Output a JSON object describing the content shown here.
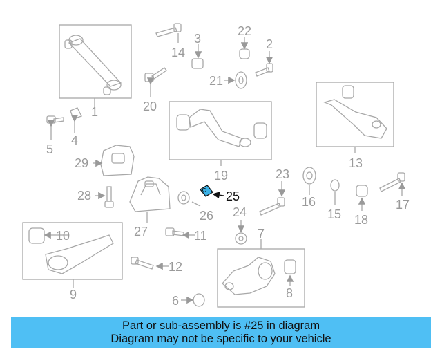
{
  "labels": {
    "l1": "1",
    "l2": "2",
    "l3": "3",
    "l4": "4",
    "l5": "5",
    "l6": "6",
    "l7": "7",
    "l8": "8",
    "l9": "9",
    "l10": "10",
    "l11": "11",
    "l12": "12",
    "l13": "13",
    "l14": "14",
    "l15": "15",
    "l16": "16",
    "l17": "17",
    "l18": "18",
    "l19": "19",
    "l20": "20",
    "l21": "21",
    "l22": "22",
    "l23": "23",
    "l24": "24",
    "l25": "25",
    "l26": "26",
    "l27": "27",
    "l28": "28",
    "l29": "29"
  },
  "highlight_color": "#3bb1e6",
  "banner": {
    "line1": "Part or sub-assembly is #25 in diagram",
    "line2": "Diagram may not be specific to your vehicle",
    "color": "#4fbff4"
  }
}
